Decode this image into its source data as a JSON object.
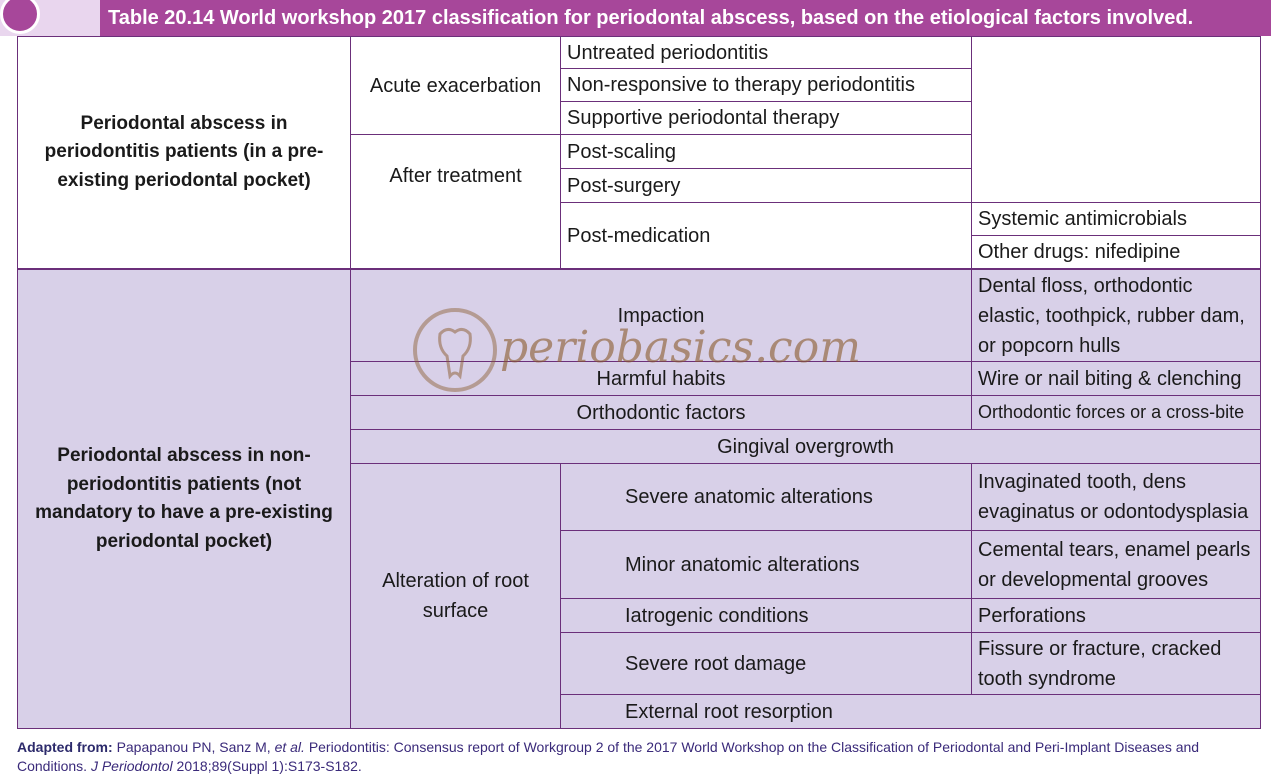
{
  "title": "Table 20.14 World workshop 2017 classification for periodontal abscess, based on the etiological factors involved.",
  "section_a": {
    "heading": "Periodontal abscess in periodontitis patients (in a pre-existing periodontal pocket)",
    "acute_exacerbation": {
      "label": "Acute exacerbation",
      "items": [
        "Untreated periodontitis",
        "Non-responsive to therapy periodontitis",
        "Supportive periodontal therapy"
      ]
    },
    "after_treatment": {
      "label": "After treatment",
      "items": [
        "Post-scaling",
        "Post-surgery"
      ],
      "post_medication": {
        "label": "Post-medication",
        "items": [
          "Systemic antimicrobials",
          "Other drugs: nifedipine"
        ]
      }
    }
  },
  "section_b": {
    "heading": "Periodontal abscess in non-periodontitis patients (not mandatory to have a pre-existing periodontal pocket)",
    "impaction": {
      "label": "Impaction",
      "detail": "Dental floss, orthodontic elastic, toothpick, rubber dam, or popcorn hulls"
    },
    "harmful_habits": {
      "label": "Harmful habits",
      "detail": "Wire or nail biting & clenching"
    },
    "orthodontic_factors": {
      "label": "Orthodontic factors",
      "detail": "Orthodontic forces or a cross-bite"
    },
    "gingival_overgrowth": {
      "label": "Gingival overgrowth"
    },
    "root_surface": {
      "label": "Alteration of root surface",
      "rows": [
        {
          "label": "Severe anatomic alterations",
          "detail": "Invaginated tooth, dens evaginatus or odontodysplasia"
        },
        {
          "label": "Minor anatomic alterations",
          "detail": "Cemental tears, enamel pearls or developmental grooves"
        },
        {
          "label": "Iatrogenic conditions",
          "detail": "Perforations"
        },
        {
          "label": "Severe root damage",
          "detail": "Fissure or fracture, cracked tooth syndrome"
        },
        {
          "label": "External root resorption"
        }
      ]
    }
  },
  "watermark": "periobasics.com",
  "footer": {
    "label": "Adapted from:",
    "authors": "Papapanou PN, Sanz M,",
    "etal": "et al.",
    "citation": "Periodontitis: Consensus report of Workgroup 2 of the 2017 World Workshop on the Classification of Periodontal and Peri-Implant Diseases and Conditions.",
    "journal": "J Periodontol",
    "volume": "2018;89(Suppl 1):S173-S182."
  },
  "colors": {
    "title_bar": "#a7479a",
    "section_b_bg": "#d8d0e8",
    "border": "#6b2f7a",
    "watermark": "#8a5a2c"
  }
}
